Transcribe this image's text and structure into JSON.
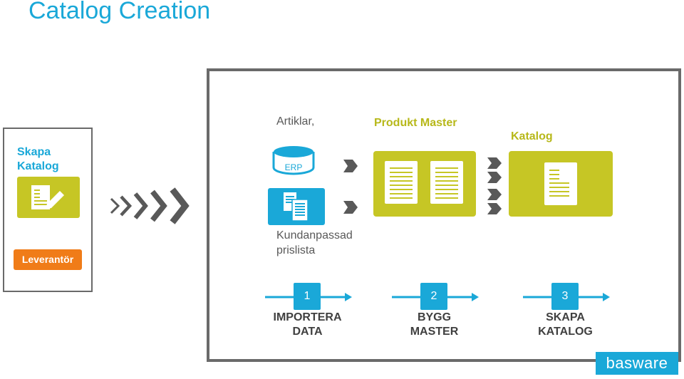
{
  "title": "Catalog Creation",
  "supplier": {
    "heading": "Skapa\nKatalog",
    "badge": "Leverantör"
  },
  "sources": {
    "articles_label": "Artiklar,",
    "erp_label": "ERP",
    "pricelist_label": "Kundanpassad\nprislista"
  },
  "master": {
    "label": "Produkt Master"
  },
  "catalog": {
    "label": "Katalog"
  },
  "steps": [
    {
      "number": "1",
      "label": "IMPORTERA\nDATA"
    },
    {
      "number": "2",
      "label": "BYGG\nMASTER"
    },
    {
      "number": "3",
      "label": "SKAPA\nKATALOG"
    }
  ],
  "logo": "basware",
  "colors": {
    "title_blue": "#1aa8d8",
    "lime": "#c6c625",
    "lime_text": "#b7b81a",
    "orange": "#f07c18",
    "frame_gray": "#6a6a6a",
    "chevron_gray": "#595959"
  }
}
